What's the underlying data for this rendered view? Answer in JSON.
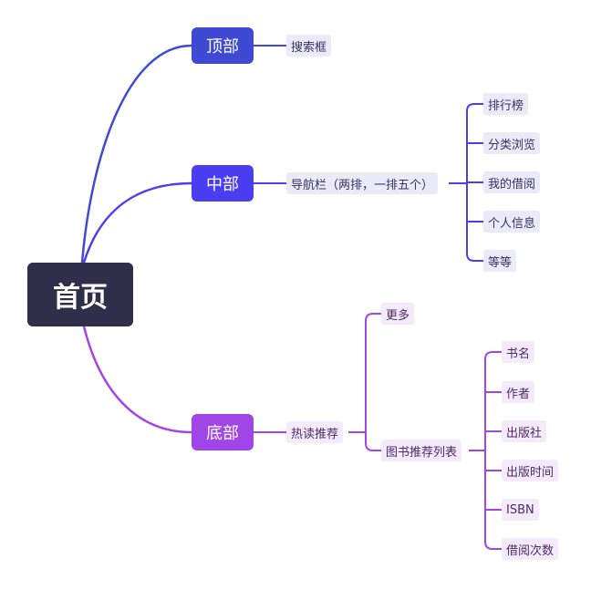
{
  "root": {
    "label": "首页"
  },
  "branches": {
    "top": {
      "label": "顶部",
      "color": "#3f4ad4",
      "children": [
        "搜索框"
      ]
    },
    "middle": {
      "label": "中部",
      "color": "#4b3ef2",
      "child": "导航栏（两排，一排五个）",
      "leaves": [
        "排行榜",
        "分类浏览",
        "我的借阅",
        "个人信息",
        "等等"
      ]
    },
    "bottom": {
      "label": "底部",
      "color": "#a046e8",
      "child": "热读推荐",
      "more": "更多",
      "list": "图书推荐列表",
      "fields": [
        "书名",
        "作者",
        "出版社",
        "出版时间",
        "ISBN",
        "借阅次数"
      ]
    }
  }
}
